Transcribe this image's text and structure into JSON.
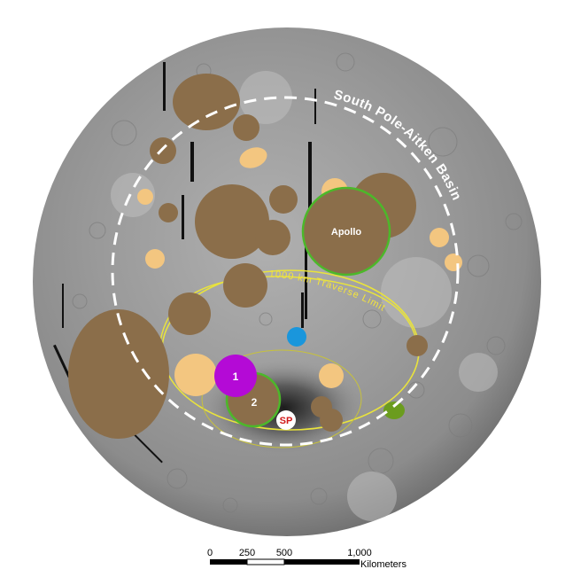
{
  "map": {
    "basin_label": "South Pole-Aitken Basin",
    "traverse_label": "1000 km Traverse Limit",
    "apollo_label": "Apollo",
    "site1_label": "1",
    "site2_label": "2",
    "sp_label": "SP"
  },
  "scale_bar": {
    "ticks": [
      "0",
      "250",
      "500",
      "1,000"
    ],
    "unit": "Kilometers"
  },
  "colors": {
    "large_crater": "#8b6e4a",
    "small_crater": "#f3c680",
    "site1": "#b40ad6",
    "site_ring": "#4cb82a",
    "blue_site": "#1a96dc",
    "green_site": "#6b9c1e",
    "traverse": "#e9e33c",
    "basin": "#ffffff"
  }
}
